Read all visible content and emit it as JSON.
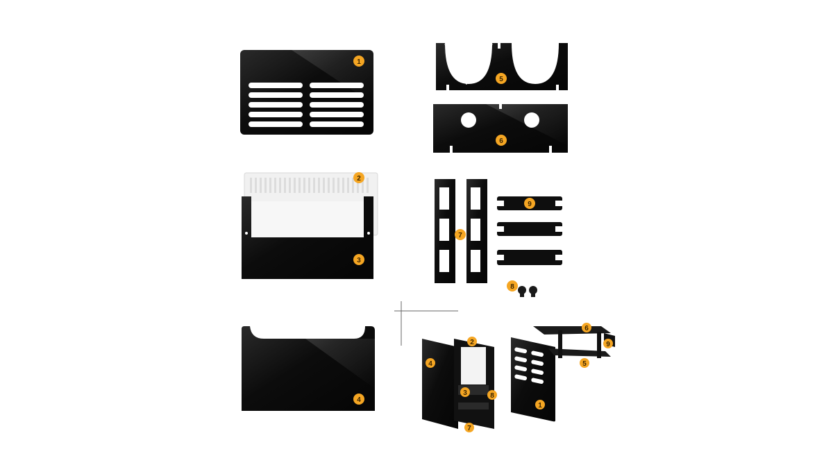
{
  "colors": {
    "panel": "#0b0b0b",
    "badge": "#f5a623",
    "badge_text": "#3a2400",
    "paper": "#f4f4f4",
    "white": "#ffffff",
    "guide": "#666666"
  },
  "callouts": {
    "c1": "1",
    "c2": "2",
    "c3": "3",
    "c4": "4",
    "c5": "5",
    "c6": "6",
    "c7": "7",
    "c8": "8",
    "c9": "9",
    "a1": "1",
    "a2": "2",
    "a3": "3",
    "a4": "4",
    "a5": "5",
    "a6": "6",
    "a7": "7",
    "a8": "8",
    "a9": "9"
  }
}
